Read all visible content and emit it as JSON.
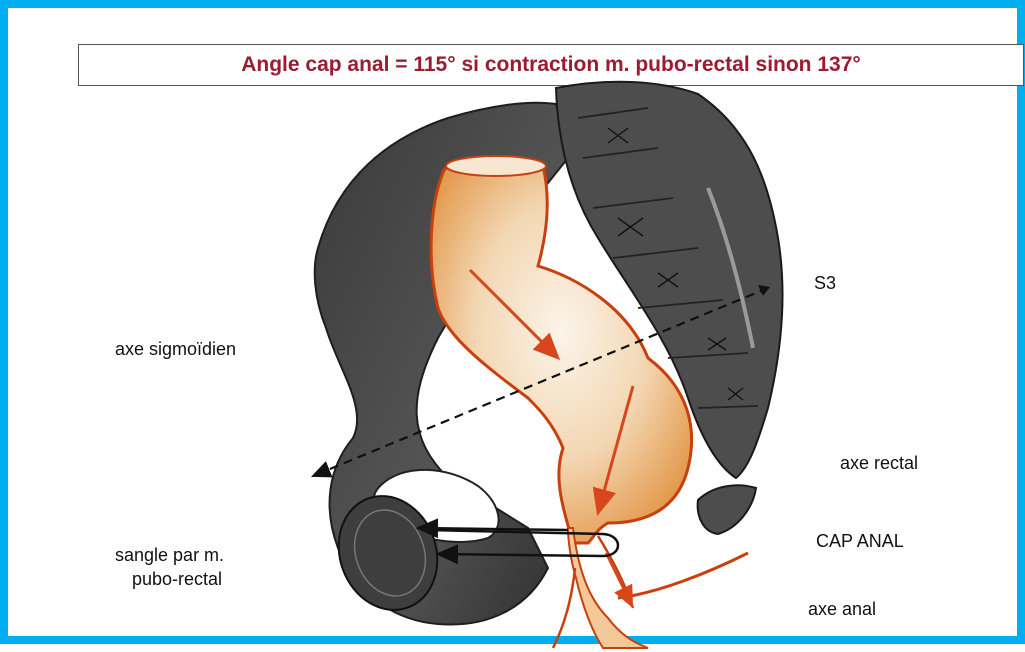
{
  "title": "Angle cap anal = 115° si contraction m. pubo-rectal sinon 137°",
  "labels": {
    "s3": "S3",
    "axe_sigmoidien": "axe sigmoïdien",
    "axe_rectal": "axe rectal",
    "cap_anal": "CAP ANAL",
    "sangle_line1": "sangle par m.",
    "sangle_line2": "pubo-rectal",
    "axe_anal": "axe anal"
  },
  "colors": {
    "frame": "#00aeef",
    "title_text": "#9b1b30",
    "bone": "#4a4a4a",
    "colon": "#e8a25a",
    "colon_outline": "#c8400e",
    "arrow": "#d7471b"
  }
}
